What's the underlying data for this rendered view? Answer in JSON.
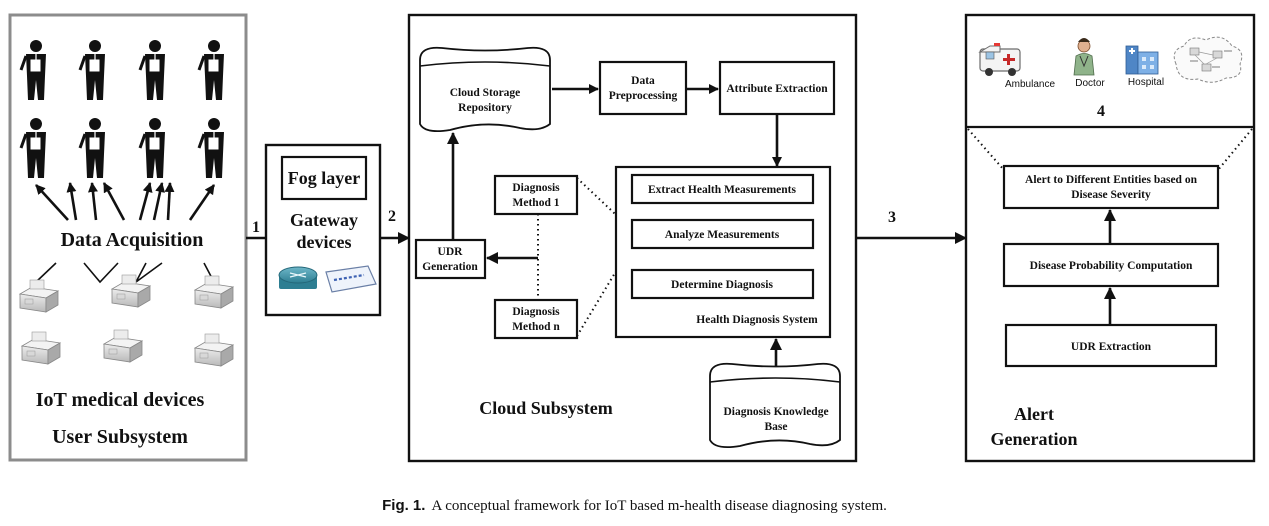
{
  "user_subsystem": {
    "data_acquisition": "Data Acquisition",
    "devices_label": "IoT medical devices",
    "title": "User Subsystem"
  },
  "fog": {
    "layer": "Fog layer",
    "gateway_line1": "Gateway",
    "gateway_line2": "devices"
  },
  "cloud": {
    "title": "Cloud Subsystem",
    "storage_line1": "Cloud Storage",
    "storage_line2": "Repository",
    "preprocessing_line1": "Data",
    "preprocessing_line2": "Preprocessing",
    "attribute_extraction": "Attribute Extraction",
    "udr_line1": "UDR",
    "udr_line2": "Generation",
    "method1_line1": "Diagnosis",
    "method1_line2": "Method 1",
    "methodn_line1": "Diagnosis",
    "methodn_line2": "Method n",
    "extract": "Extract Health Measurements",
    "analyze": "Analyze Measurements",
    "determine": "Determine Diagnosis",
    "hds": "Health Diagnosis System",
    "kb_line1": "Diagnosis Knowledge",
    "kb_line2": "Base"
  },
  "alert": {
    "entities": [
      "Ambulance",
      "Doctor",
      "Hospital"
    ],
    "alert_line1": "Alert to Different Entities based on",
    "alert_line2": "Disease Severity",
    "probability": "Disease Probability Computation",
    "udr_extraction": "UDR Extraction",
    "title_line1": "Alert",
    "title_line2": "Generation"
  },
  "steps": [
    "1",
    "2",
    "3",
    "4"
  ],
  "caption": {
    "label": "Fig. 1.",
    "text": "A conceptual framework for IoT based m-health disease diagnosing system."
  }
}
